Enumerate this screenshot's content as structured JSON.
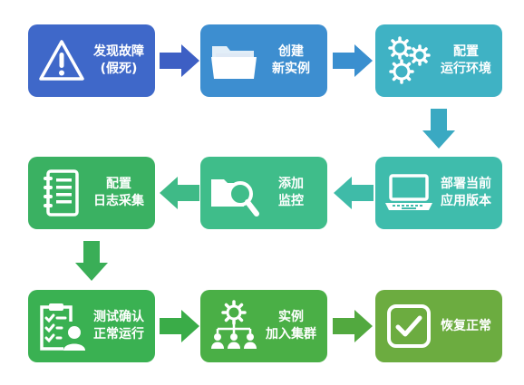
{
  "steps": [
    {
      "id": "detect-failure",
      "line1": "发现故障",
      "line2": "(假死)",
      "color": "#3f68c9"
    },
    {
      "id": "create-instance",
      "line1": "创建",
      "line2": "新实例",
      "color": "#3d8ed0"
    },
    {
      "id": "config-env",
      "line1": "配置",
      "line2": "运行环境",
      "color": "#3fb2c4"
    },
    {
      "id": "deploy-app",
      "line1": "部署当前",
      "line2": "应用版本",
      "color": "#3fbcac"
    },
    {
      "id": "add-monitor",
      "line1": "添加",
      "line2": "监控",
      "color": "#3fbd8a"
    },
    {
      "id": "config-log",
      "line1": "配置",
      "line2": "日志采集",
      "color": "#3ab162"
    },
    {
      "id": "test-confirm",
      "line1": "测试确认",
      "line2": "正常运行",
      "color": "#3ab152"
    },
    {
      "id": "join-cluster",
      "line1": "实例",
      "line2": "加入集群",
      "color": "#4aaf46"
    },
    {
      "id": "recover",
      "line1": "恢复正常",
      "line2": "",
      "color": "#6cac40"
    }
  ],
  "arrow_colors": {
    "a1": "#3d5fc4",
    "a2": "#3a8fcf",
    "a3": "#3aa9c2",
    "a4": "#3fbba8",
    "a5": "#3fba87",
    "a6": "#3aae57",
    "a7": "#3aac48",
    "a8": "#52a93f"
  }
}
